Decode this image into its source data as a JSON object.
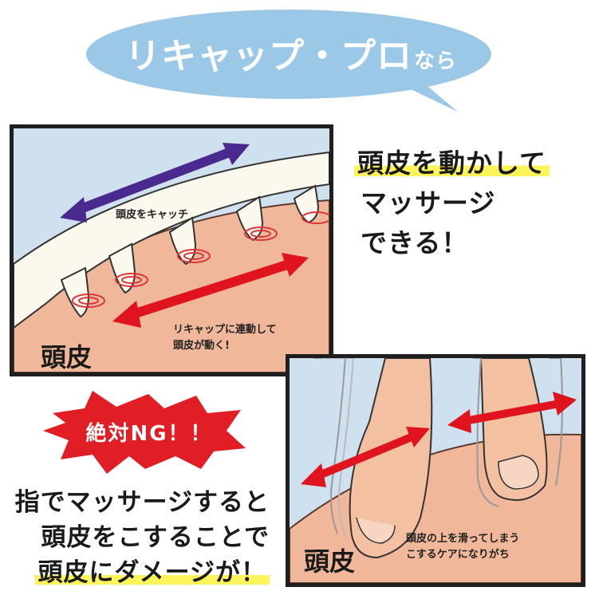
{
  "banner": {
    "main": "リキャップ・プロ",
    "suffix": "なら"
  },
  "top_panel": {
    "catch_label": "頭皮をキャッチ",
    "move_label_line1": "リキャップに連動して",
    "move_label_line2": "頭皮が動く!",
    "scalp_label": "頭皮"
  },
  "copy": {
    "line1": "頭皮を動かして",
    "line2": "マッサージ",
    "line3": "できる！"
  },
  "ng": {
    "label": "絶対NG！！"
  },
  "warning": {
    "line1": "指でマッサージすると",
    "line2": "頭皮をこすることで",
    "line3": "頭皮にダメージが！"
  },
  "bottom_panel": {
    "note_line1": "頭皮の上を滑ってしまう",
    "note_line2": "こするケアになりがち",
    "scalp_label": "頭皮"
  },
  "colors": {
    "bubble": "#9cc8e8",
    "skin": "#f1b79a",
    "sky": "#cfe0ee",
    "purple_arrow": "#4b2a90",
    "red_arrow": "#e0141e",
    "highlight": "#fdf35a",
    "burst": "#e11d25"
  }
}
